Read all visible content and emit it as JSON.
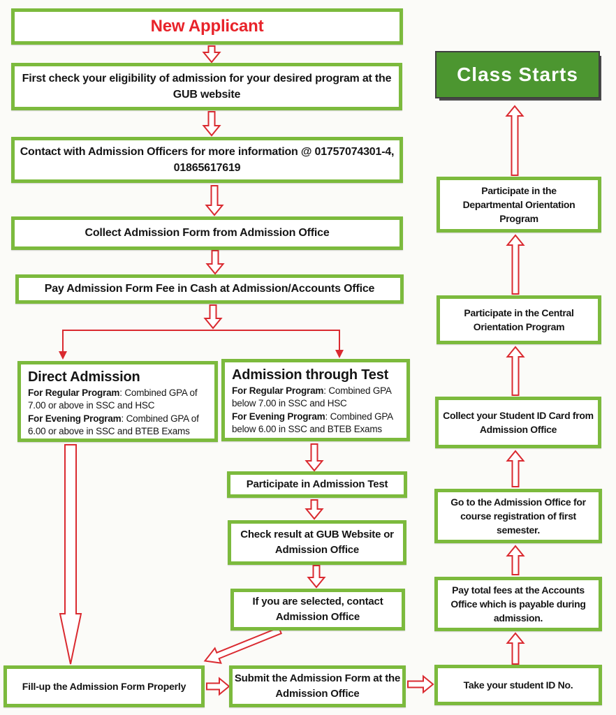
{
  "colors": {
    "box_border_green": "#7cba3d",
    "arrow_red": "#da2a30",
    "class_starts_green": "#4c9630",
    "heading_red": "#e8232a",
    "text_dark": "#151515",
    "page_bg": "#fbfbf8"
  },
  "flow": {
    "new_applicant": "New Applicant",
    "check_eligibility": "First check your eligibility of admission for your desired program at the GUB website",
    "contact_officers": "Contact with Admission Officers for more information @ 01757074301-4, 01865617619",
    "collect_form": "Collect Admission Form from Admission Office",
    "pay_form_fee": "Pay Admission Form Fee in Cash at Admission/Accounts Office",
    "direct_admission": {
      "title": "Direct Admission",
      "regular_label": "For Regular Program",
      "regular_text": ": Combined GPA of 7.00 or above in SSC and HSC",
      "evening_label": "For Evening Program",
      "evening_text": ": Combined GPA of 6.00 or above in SSC and BTEB Exams"
    },
    "admission_through_test": {
      "title": "Admission through Test",
      "regular_label": "For Regular Program",
      "regular_text": ": Combined GPA below 7.00 in SSC and HSC",
      "evening_label": "For Evening Program",
      "evening_text": ": Combined GPA below 6.00 in SSC and BTEB Exams"
    },
    "participate_test": "Participate in Admission Test",
    "check_result": "Check result at GUB Website or Admission Office",
    "if_selected": "If you are selected, contact Admission Office",
    "fill_up_form": "Fill-up the Admission Form Properly",
    "submit_form": "Submit the Admission Form at the Admission Office",
    "take_student_id": "Take your student ID No.",
    "pay_total_fees": "Pay total fees at the Accounts Office which is payable during admission.",
    "course_registration": "Go to the Admission Office for course registration of first semester.",
    "collect_id_card": "Collect your Student ID Card from Admission Office",
    "central_orientation": "Participate in the Central Orientation Program",
    "departmental_orientation": "Participate in the Departmental Orientation Program",
    "class_starts": "Class Starts"
  }
}
